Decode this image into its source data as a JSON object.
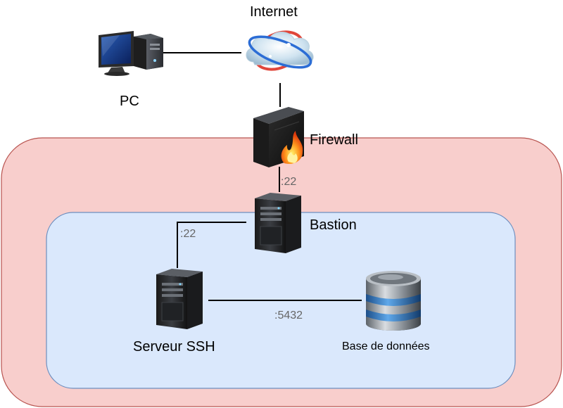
{
  "nodes": {
    "internet": {
      "label": "Internet",
      "icon": "cloud-icon"
    },
    "pc": {
      "label": "PC",
      "icon": "desktop-computer-icon"
    },
    "firewall": {
      "label": "Firewall",
      "icon": "firewall-icon"
    },
    "bastion": {
      "label": "Bastion",
      "icon": "server-tower-icon"
    },
    "ssh_server": {
      "label": "Serveur SSH",
      "icon": "server-tower-icon"
    },
    "database": {
      "label": "Base de données",
      "icon": "database-icon"
    }
  },
  "edges": {
    "firewall_bastion": {
      "port": ":22"
    },
    "bastion_ssh": {
      "port": ":22"
    },
    "ssh_database": {
      "port": ":5432"
    }
  },
  "zones": {
    "outer": {
      "fill": "#f8cecc",
      "stroke": "#b85450"
    },
    "inner": {
      "fill": "#dae8fc",
      "stroke": "#6c8ebf"
    }
  }
}
